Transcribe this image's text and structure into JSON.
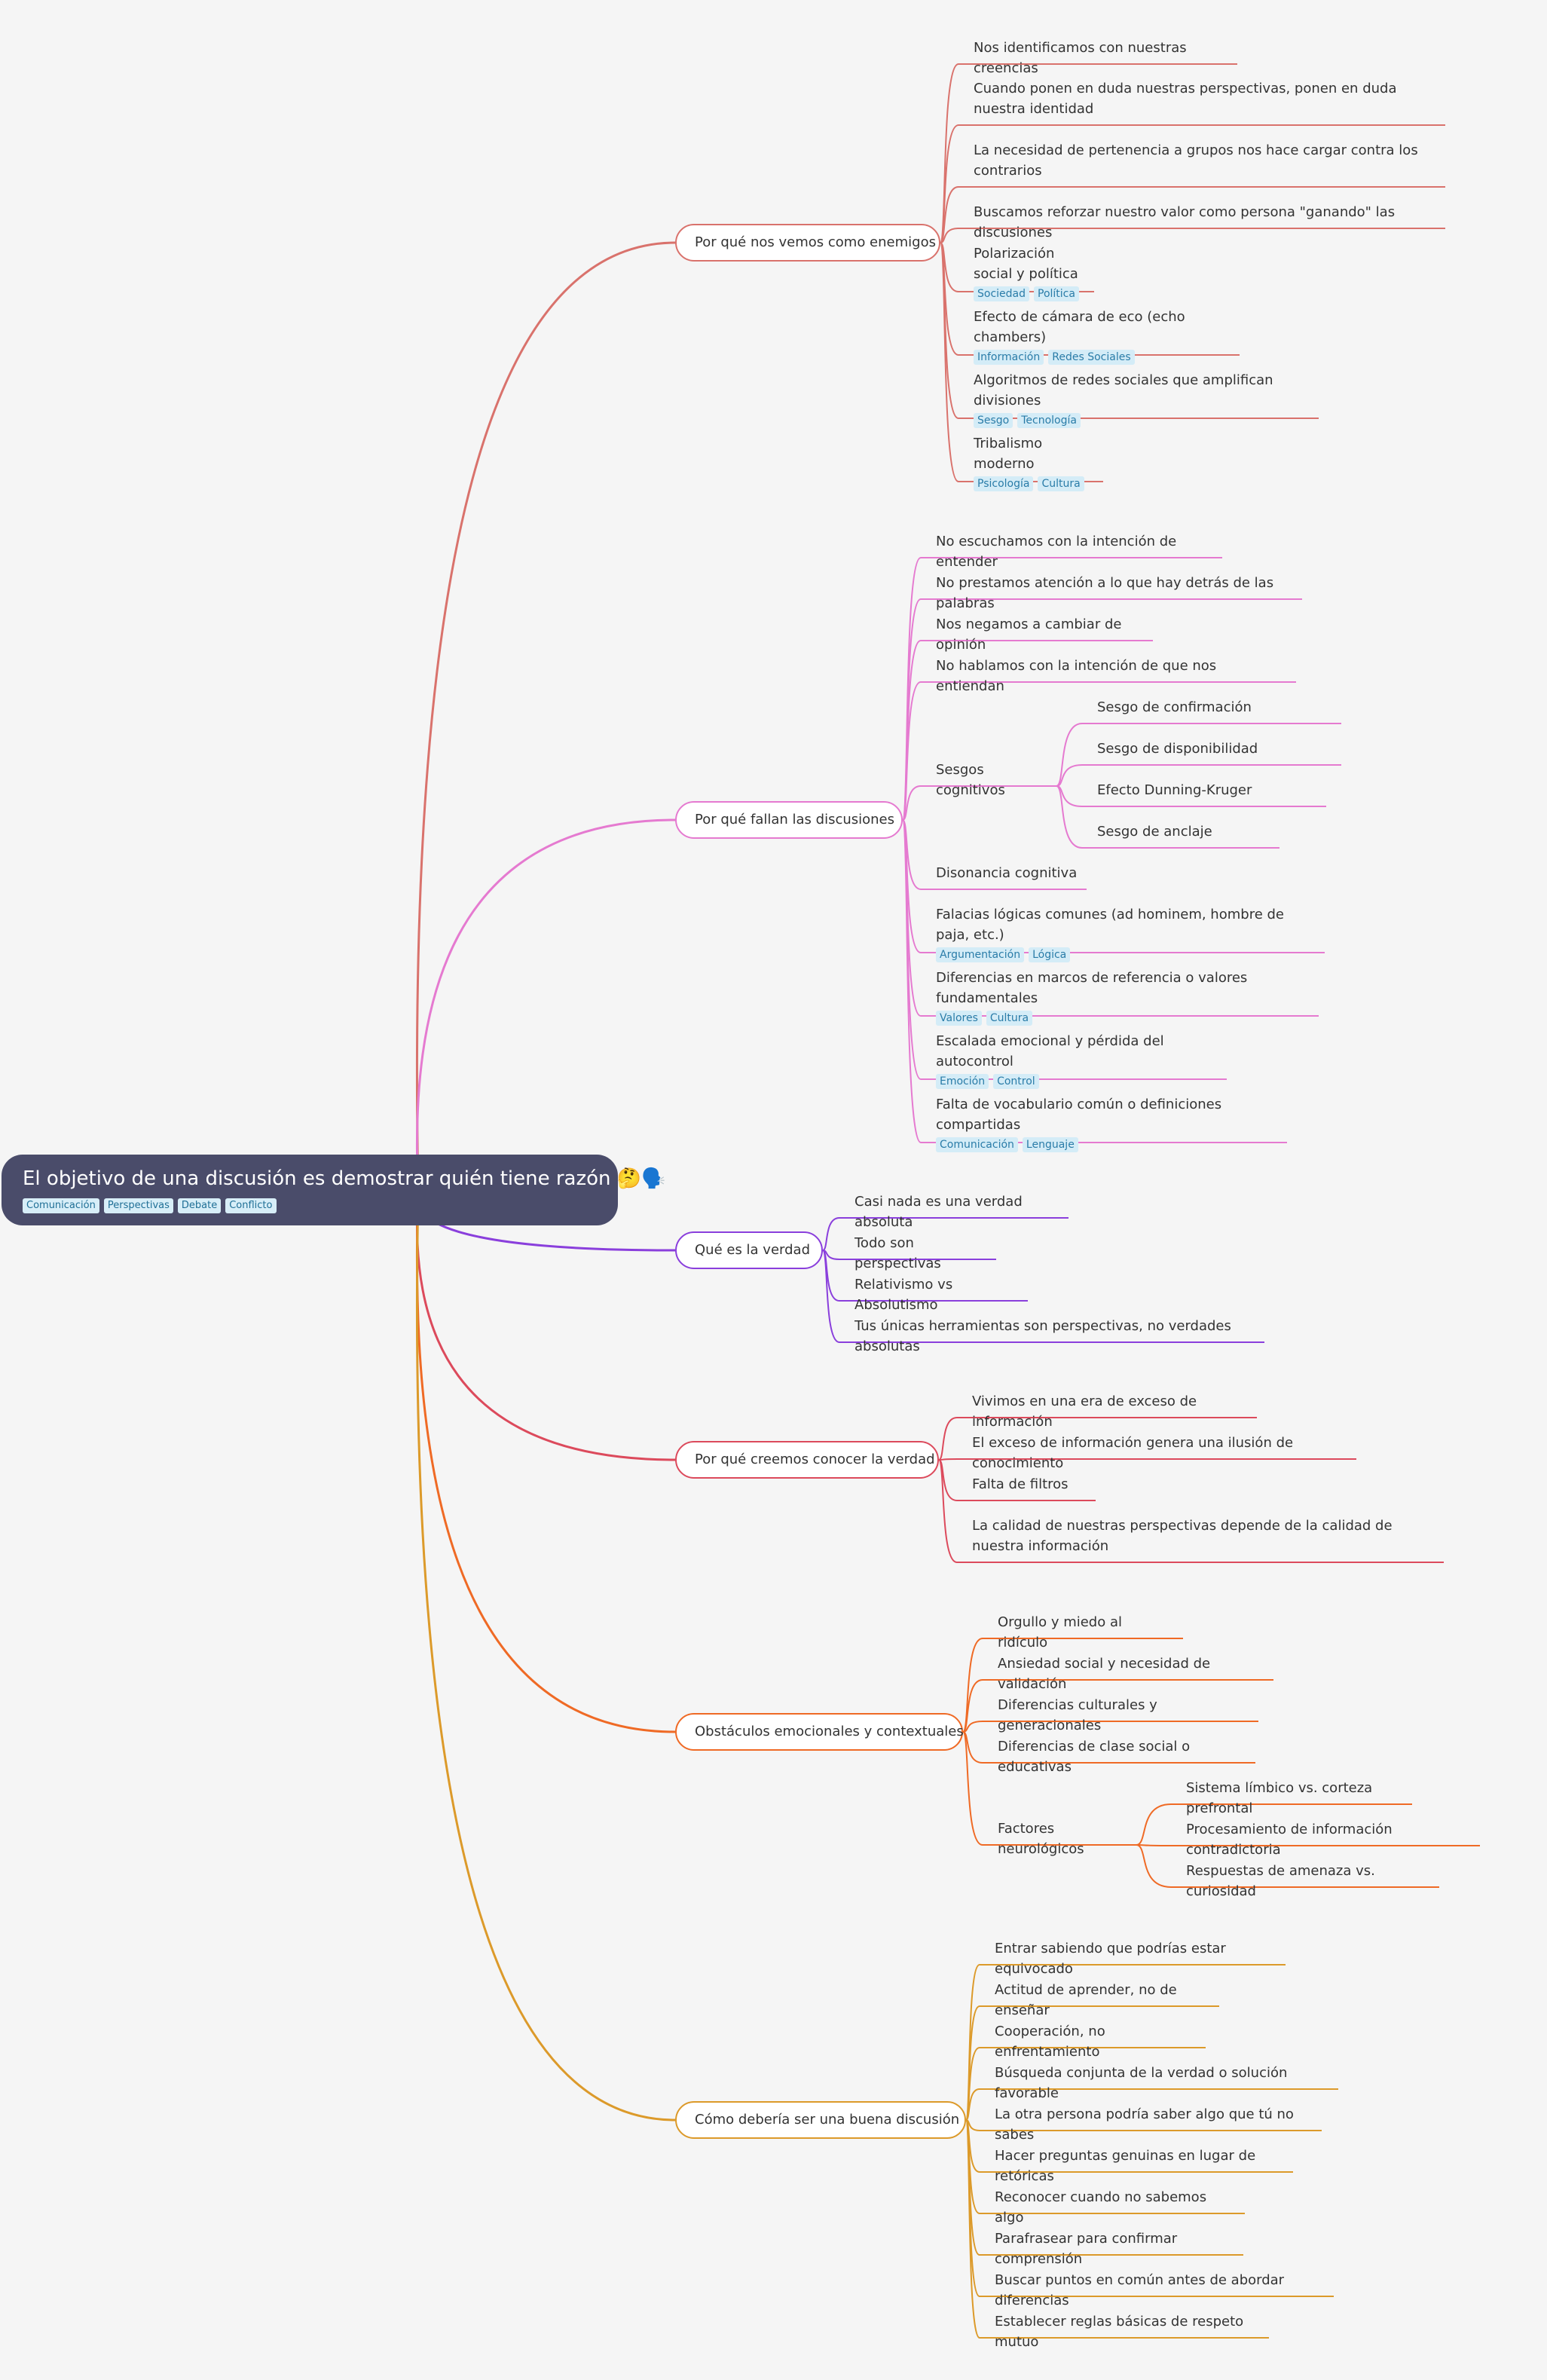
{
  "root": {
    "title": "El objetivo de una discusión es demostrar quién tiene razón 🤔🗣️",
    "tags": [
      "Comunicación",
      "Perspectivas",
      "Debate",
      "Conflicto"
    ]
  },
  "branches": [
    {
      "label": "Por qué nos vemos como enemigos",
      "color": "#d9726c",
      "items": [
        {
          "text": "Nos identificamos con nuestras creencias"
        },
        {
          "text": "Cuando ponen en duda nuestras perspectivas, ponen en duda nuestra identidad"
        },
        {
          "text": "La necesidad de pertenencia a grupos nos hace cargar contra los contrarios"
        },
        {
          "text": "Buscamos reforzar nuestro valor como persona \"ganando\" las discusiones"
        },
        {
          "text": "Polarización social y política",
          "tags": [
            "Sociedad",
            "Política"
          ]
        },
        {
          "text": "Efecto de cámara de eco (echo chambers)",
          "tags": [
            "Información",
            "Redes Sociales"
          ]
        },
        {
          "text": "Algoritmos de redes sociales que amplifican divisiones",
          "tags": [
            "Sesgo",
            "Tecnología"
          ]
        },
        {
          "text": "Tribalismo moderno",
          "tags": [
            "Psicología",
            "Cultura"
          ]
        }
      ]
    },
    {
      "label": "Por qué fallan las discusiones",
      "color": "#e57ad0",
      "items": [
        {
          "text": "No escuchamos con la intención de entender"
        },
        {
          "text": "No prestamos atención a lo que hay detrás de las palabras"
        },
        {
          "text": "Nos negamos a cambiar de opinión"
        },
        {
          "text": "No hablamos con la intención de que nos entiendan"
        },
        {
          "text": "Sesgos cognitivos",
          "children": [
            "Sesgo de confirmación",
            "Sesgo de disponibilidad",
            "Efecto Dunning-Kruger",
            "Sesgo de anclaje"
          ]
        },
        {
          "text": "Disonancia cognitiva"
        },
        {
          "text": "Falacias lógicas comunes (ad hominem, hombre de paja, etc.)",
          "tags": [
            "Argumentación",
            "Lógica"
          ]
        },
        {
          "text": "Diferencias en marcos de referencia o valores fundamentales",
          "tags": [
            "Valores",
            "Cultura"
          ]
        },
        {
          "text": "Escalada emocional y pérdida del autocontrol",
          "tags": [
            "Emoción",
            "Control"
          ]
        },
        {
          "text": "Falta de vocabulario común o definiciones compartidas",
          "tags": [
            "Comunicación",
            "Lenguaje"
          ]
        }
      ]
    },
    {
      "label": "Qué es la verdad",
      "color": "#8a3fdc",
      "items": [
        {
          "text": "Casi nada es una verdad absoluta"
        },
        {
          "text": "Todo son perspectivas"
        },
        {
          "text": "Relativismo vs Absolutismo"
        },
        {
          "text": "Tus únicas herramientas son perspectivas, no verdades absolutas"
        }
      ]
    },
    {
      "label": "Por qué creemos conocer la verdad",
      "color": "#dc4a5c",
      "items": [
        {
          "text": "Vivimos en una era de exceso de información"
        },
        {
          "text": "El exceso de información genera una ilusión de conocimiento"
        },
        {
          "text": "Falta de filtros"
        },
        {
          "text": "La calidad de nuestras perspectivas depende de la calidad de nuestra información"
        }
      ]
    },
    {
      "label": "Obstáculos emocionales y contextuales",
      "color": "#ef6a25",
      "items": [
        {
          "text": "Orgullo y miedo al ridículo"
        },
        {
          "text": "Ansiedad social y necesidad de validación"
        },
        {
          "text": "Diferencias culturales y generacionales"
        },
        {
          "text": "Diferencias de clase social o educativas"
        },
        {
          "text": "Factores neurológicos",
          "children": [
            "Sistema límbico vs. corteza prefrontal",
            "Procesamiento de información contradictoria",
            "Respuestas de amenaza vs. curiosidad"
          ]
        }
      ]
    },
    {
      "label": "Cómo debería ser una buena discusión",
      "color": "#dc9a2a",
      "items": [
        {
          "text": "Entrar sabiendo que podrías estar equivocado"
        },
        {
          "text": "Actitud de aprender, no de enseñar"
        },
        {
          "text": "Cooperación, no enfrentamiento"
        },
        {
          "text": "Búsqueda conjunta de la verdad o solución favorable"
        },
        {
          "text": "La otra persona podría saber algo que tú no sabes"
        },
        {
          "text": "Hacer preguntas genuinas en lugar de retóricas"
        },
        {
          "text": "Reconocer cuando no sabemos algo"
        },
        {
          "text": "Parafrasear para confirmar comprensión"
        },
        {
          "text": "Buscar puntos en común antes de abordar diferencias"
        },
        {
          "text": "Establecer reglas básicas de respeto mutuo"
        }
      ]
    }
  ]
}
